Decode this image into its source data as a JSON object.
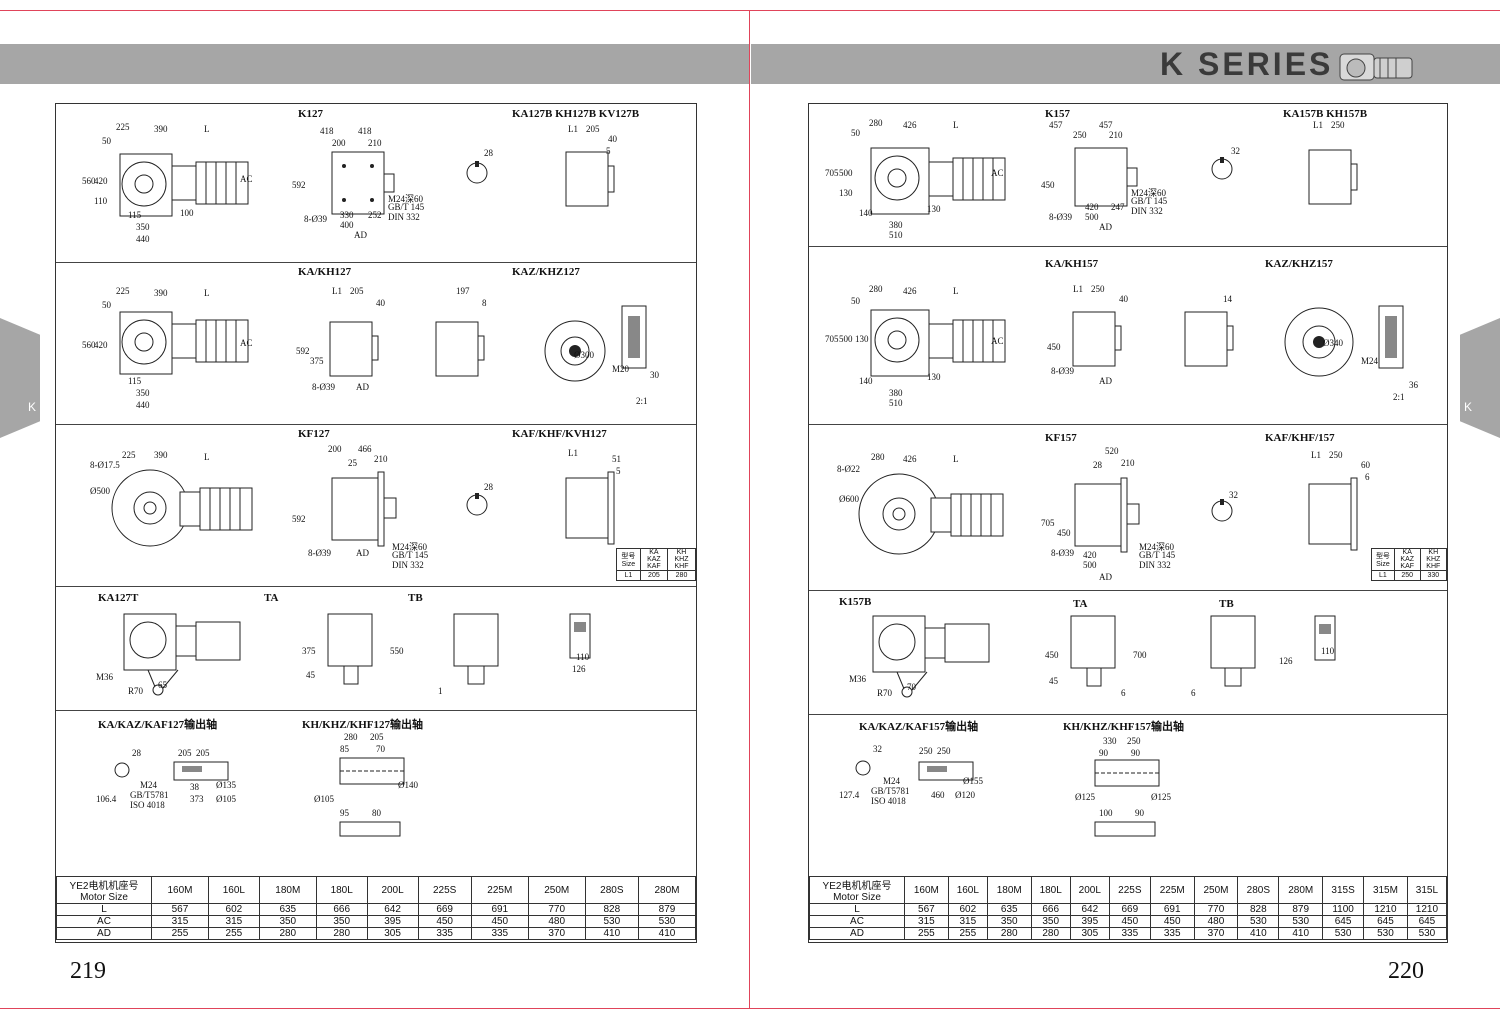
{
  "header": {
    "title": "K SERIES"
  },
  "side_tab": "K",
  "left_page": {
    "page_number": "219",
    "sections": [
      {
        "labels": [
          "K127",
          "KA127B KH127B KV127B"
        ],
        "dims": [
          "225",
          "390",
          "L",
          "50",
          "AC",
          "560",
          "420",
          "110",
          "115",
          "350",
          "440",
          "100",
          "418",
          "418",
          "200",
          "210",
          "592",
          "330",
          "400",
          "252",
          "AD",
          "8-Ø39",
          "M24深60",
          "GB/T 145",
          "DIN 332",
          "28",
          "L1",
          "205",
          "40",
          "5"
        ]
      },
      {
        "labels": [
          "KA/KH127",
          "KAZ/KHZ127"
        ],
        "dims": [
          "225",
          "390",
          "L",
          "50",
          "AC",
          "560",
          "420",
          "115",
          "350",
          "440",
          "L1",
          "205",
          "40",
          "197",
          "8",
          "592",
          "375",
          "8-Ø39",
          "AD",
          "Ø300",
          "M20",
          "2:1",
          "30"
        ]
      },
      {
        "labels": [
          "KF127",
          "KAF/KHF/KVH127"
        ],
        "dims": [
          "8-Ø17.5",
          "225",
          "390",
          "L",
          "Ø500",
          "200",
          "466",
          "25",
          "210",
          "592",
          "8-Ø39",
          "AD",
          "M24深60",
          "GB/T 145",
          "DIN 332",
          "28",
          "L1",
          "51",
          "5"
        ]
      },
      {
        "labels": [
          "KA127T",
          "TA",
          "TB"
        ],
        "dims": [
          "M36",
          "R70",
          "65",
          "375",
          "45",
          "550",
          "1",
          "110",
          "126"
        ]
      },
      {
        "labels": [
          "KA/KAZ/KAF127输出轴",
          "KH/KHZ/KHF127输出轴"
        ],
        "dims": [
          "28",
          "205",
          "205",
          "M24",
          "GB/T5781",
          "ISO 4018",
          "38",
          "373",
          "106.4",
          "Ø105",
          "Ø135",
          "280",
          "205",
          "85",
          "70",
          "Ø105",
          "Ø140",
          "95",
          "80"
        ]
      }
    ],
    "mini_table": {
      "rows": [
        [
          "型号 Size",
          "KA KAZ KAF",
          "KH KHZ KHF"
        ],
        [
          "L1",
          "205",
          "280"
        ]
      ]
    },
    "motor_table": {
      "header": [
        "YE2电机机座号 Motor Size",
        "160M",
        "160L",
        "180M",
        "180L",
        "200L",
        "225S",
        "225M",
        "250M",
        "280S",
        "280M"
      ],
      "rows": [
        [
          "L",
          "567",
          "602",
          "635",
          "666",
          "642",
          "669",
          "691",
          "770",
          "828",
          "879"
        ],
        [
          "AC",
          "315",
          "315",
          "350",
          "350",
          "395",
          "450",
          "450",
          "480",
          "530",
          "530"
        ],
        [
          "AD",
          "255",
          "255",
          "280",
          "280",
          "305",
          "335",
          "335",
          "370",
          "410",
          "410"
        ]
      ]
    }
  },
  "right_page": {
    "page_number": "220",
    "sections": [
      {
        "labels": [
          "K157",
          "KA157B KH157B"
        ],
        "dims": [
          "280",
          "426",
          "L",
          "50",
          "AC",
          "705",
          "500",
          "130",
          "140",
          "380",
          "510",
          "130",
          "457",
          "457",
          "250",
          "210",
          "450",
          "420",
          "500",
          "247",
          "AD",
          "8-Ø39",
          "M24深60",
          "GB/T 145",
          "DIN 332",
          "32",
          "L1",
          "250"
        ]
      },
      {
        "labels": [
          "KA/KH157",
          "KAZ/KHZ157"
        ],
        "dims": [
          "280",
          "426",
          "L",
          "50",
          "AC",
          "705",
          "500",
          "130",
          "140",
          "380",
          "510",
          "130",
          "L1",
          "250",
          "40",
          "14",
          "450",
          "8-Ø39",
          "AD",
          "Ø340",
          "M24",
          "2:1",
          "36"
        ]
      },
      {
        "labels": [
          "KF157",
          "KAF/KHF/157"
        ],
        "dims": [
          "8-Ø22",
          "280",
          "426",
          "L",
          "Ø600",
          "520",
          "28",
          "210",
          "705",
          "450",
          "420",
          "500",
          "8-Ø39",
          "AD",
          "M24深60",
          "GB/T 145",
          "DIN 332",
          "32",
          "L1",
          "250",
          "60",
          "6"
        ]
      },
      {
        "labels": [
          "K157B",
          "TA",
          "TB"
        ],
        "dims": [
          "M36",
          "R70",
          "70",
          "450",
          "45",
          "700",
          "6",
          "6",
          "110",
          "126"
        ]
      },
      {
        "labels": [
          "KA/KAZ/KAF157输出轴",
          "KH/KHZ/KHF157输出轴"
        ],
        "dims": [
          "32",
          "250",
          "250",
          "M24",
          "GB/T5781",
          "ISO 4018",
          "460",
          "127.4",
          "Ø120",
          "Ø155",
          "330",
          "250",
          "90",
          "90",
          "Ø125",
          "Ø125",
          "100",
          "90"
        ]
      }
    ],
    "mini_table": {
      "rows": [
        [
          "型号 Size",
          "KA KAZ KAF",
          "KH KHZ KHF"
        ],
        [
          "L1",
          "250",
          "330"
        ]
      ]
    },
    "motor_table": {
      "header": [
        "YE2电机机座号 Motor Size",
        "160M",
        "160L",
        "180M",
        "180L",
        "200L",
        "225S",
        "225M",
        "250M",
        "280S",
        "280M",
        "315S",
        "315M",
        "315L"
      ],
      "rows": [
        [
          "L",
          "567",
          "602",
          "635",
          "666",
          "642",
          "669",
          "691",
          "770",
          "828",
          "879",
          "1100",
          "1210",
          "1210"
        ],
        [
          "AC",
          "315",
          "315",
          "350",
          "350",
          "395",
          "450",
          "450",
          "480",
          "530",
          "530",
          "645",
          "645",
          "645"
        ],
        [
          "AD",
          "255",
          "255",
          "280",
          "280",
          "305",
          "335",
          "335",
          "370",
          "410",
          "410",
          "530",
          "530",
          "530"
        ]
      ]
    }
  }
}
